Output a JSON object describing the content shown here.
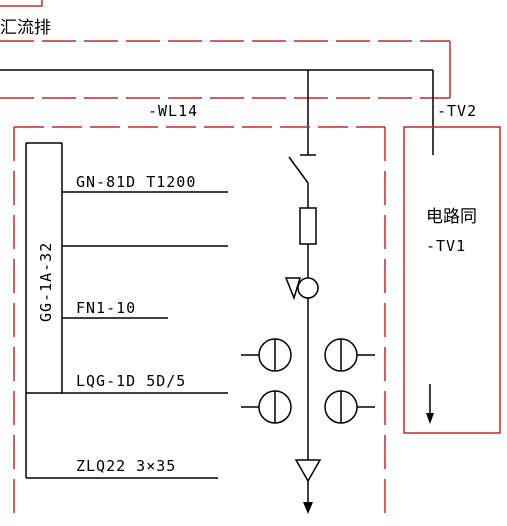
{
  "labels": {
    "busbar": "汇流排",
    "cabinet": "-WL14",
    "tv2": "-TV2",
    "same_circuit": "电路同",
    "tv1": "-TV1",
    "cabinet_model": "GG-1A-32",
    "disconnector": "GN-81D T1200",
    "load_switch": "FN1-10",
    "current_transformer": "LQG-1D 5D/5",
    "cable": "ZLQ22 3×35"
  },
  "colors": {
    "line": "#000000",
    "frame": "#c62828"
  }
}
